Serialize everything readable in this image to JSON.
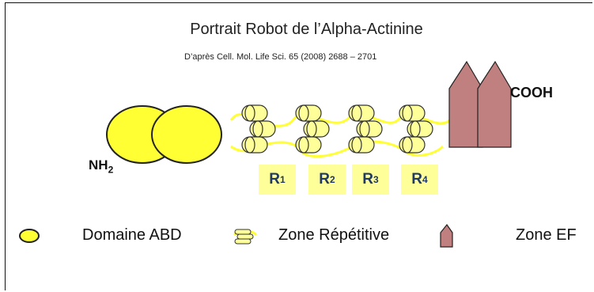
{
  "title": "Portrait Robot de l’Alpha-Actinine",
  "subtitle": "D’après Cell. Mol. Life Sci. 65 (2008) 2688 – 2701",
  "labels": {
    "n_terminus": "NH",
    "n_terminus_sub": "2",
    "c_terminus": "COOH"
  },
  "repeats": [
    {
      "letter": "R",
      "index": "1"
    },
    {
      "letter": "R",
      "index": "2"
    },
    {
      "letter": "R",
      "index": "3"
    },
    {
      "letter": "R",
      "index": "4"
    }
  ],
  "legend": {
    "abd": "Domaine ABD",
    "repetitive": "Zone Répétitive",
    "ef": "Zone EF"
  },
  "colors": {
    "abd_fill": "#ffff33",
    "repeat_fill": "#ffff99",
    "ef_fill": "#c08080",
    "label_color": "#1f3864"
  }
}
